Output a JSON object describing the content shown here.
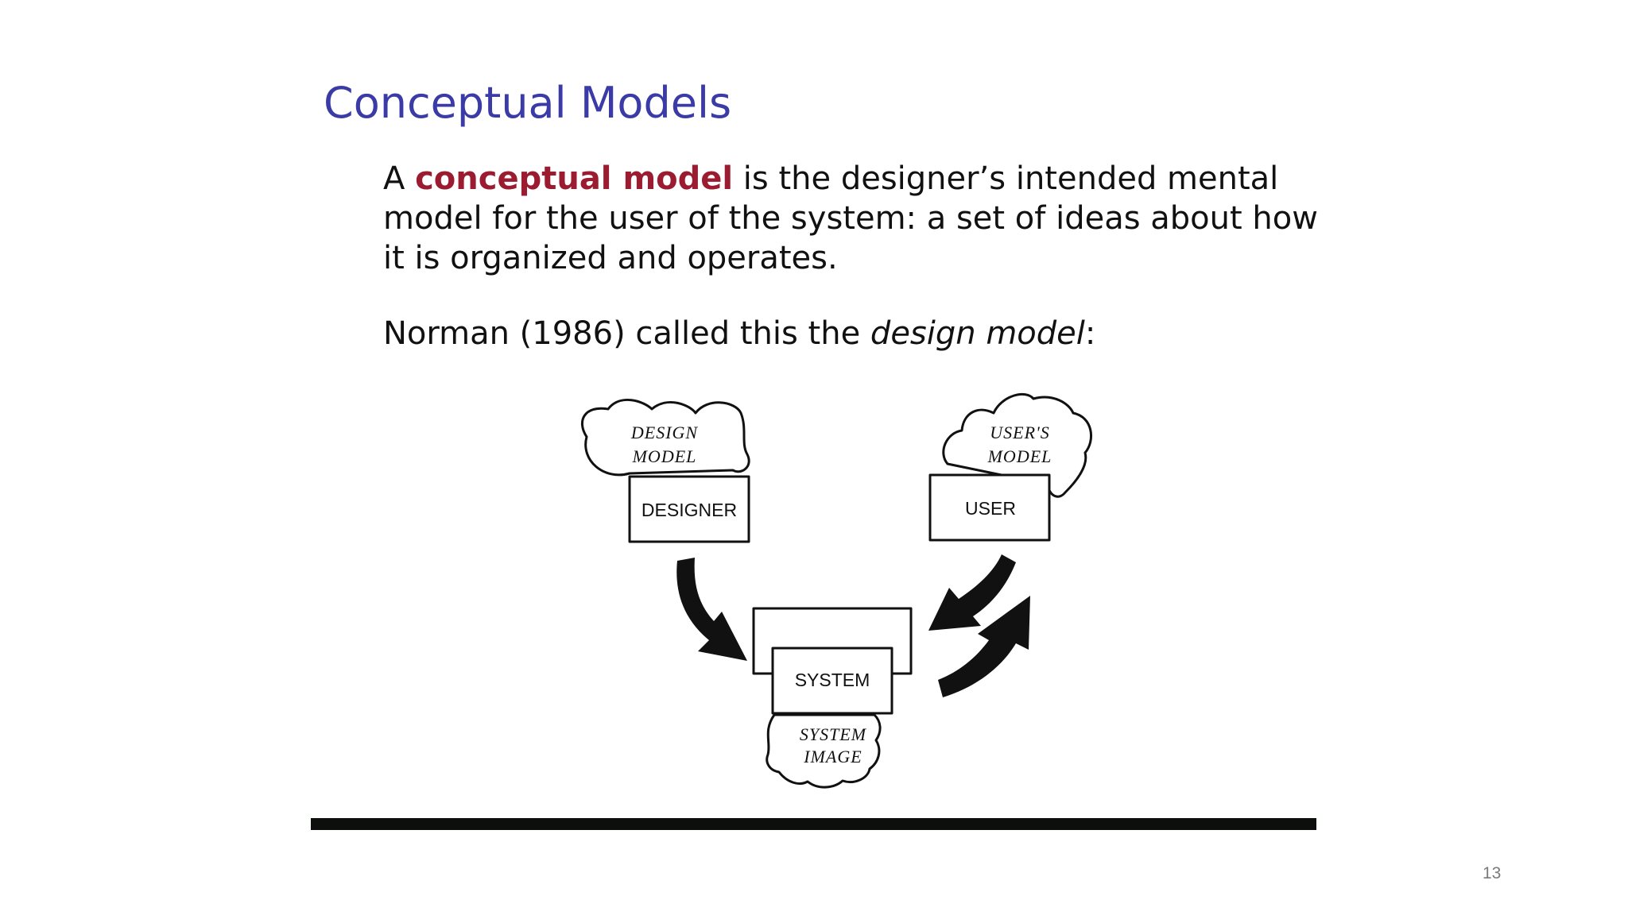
{
  "slide": {
    "title": "Conceptual Models",
    "para1": {
      "prefix": "A ",
      "term": "conceptual model",
      "rest": " is the designer’s intended mental model for the user of the system: a set of ideas about how it is organized and operates."
    },
    "para2": {
      "prefix": "Norman (1986) called this the ",
      "emphasis": "design model",
      "suffix": ":"
    },
    "page_number": "13"
  },
  "diagram": {
    "design_model_line1": "DESIGN",
    "design_model_line2": "MODEL",
    "users_model_line1": "USER'S",
    "users_model_line2": "MODEL",
    "designer_label": "DESIGNER",
    "user_label": "USER",
    "system_label": "SYSTEM",
    "system_image_line1": "SYSTEM",
    "system_image_line2": "IMAGE"
  }
}
